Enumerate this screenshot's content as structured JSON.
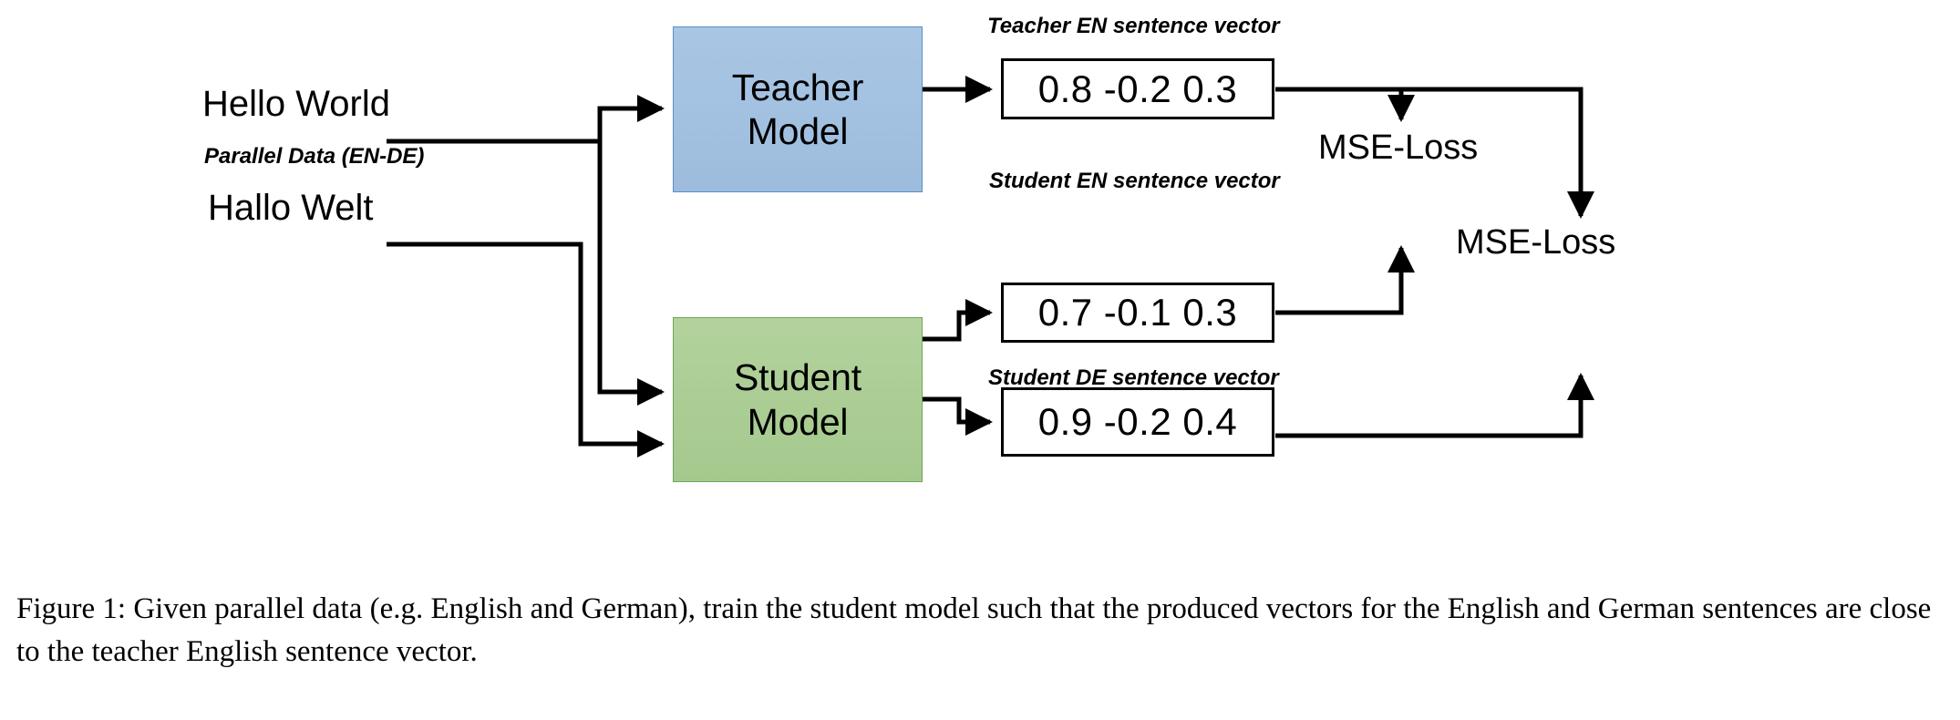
{
  "figure": {
    "inputs": [
      {
        "name": "source-sentence-en",
        "text": "Hello World"
      },
      {
        "name": "source-sentence-de",
        "text": "Hallo Welt"
      }
    ],
    "data_label": "Parallel Data (EN-DE)",
    "models": {
      "teacher": {
        "line1": "Teacher",
        "line2": "Model",
        "fill": "#9dbcdd",
        "border": "#5b8fc7"
      },
      "student": {
        "line1": "Student",
        "line2": "Model",
        "fill": "#a4c98d",
        "border": "#6fa757"
      }
    },
    "vectors": [
      {
        "id": "teacher-en",
        "label": "Teacher EN sentence vector",
        "values": "0.8 -0.2 0.3",
        "label_position": "above"
      },
      {
        "id": "student-en",
        "label": "Student EN sentence vector",
        "values": "0.7 -0.1 0.3",
        "label_position": "above"
      },
      {
        "id": "student-de",
        "label": "Student DE sentence vector",
        "values": "0.9 -0.2 0.4",
        "label_position": "below"
      }
    ],
    "losses": [
      {
        "id": "loss-teacher-student-en",
        "text": "MSE-Loss"
      },
      {
        "id": "loss-teacher-student-de",
        "text": "MSE-Loss"
      }
    ]
  },
  "caption": {
    "text": "Figure 1: Given parallel data (e.g. English and German), train the student model such that the produced vectors for the English and German sentences are close to the teacher English sentence vector."
  }
}
